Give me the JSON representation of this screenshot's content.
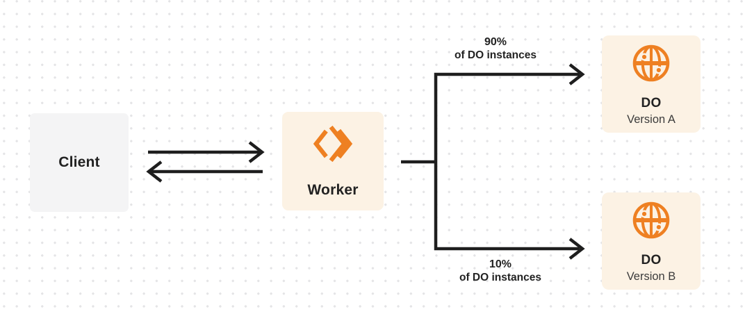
{
  "colors": {
    "accent": "#ee8022",
    "box-cream": "#fcf2e4",
    "box-gray": "#f4f4f5",
    "line-dark": "#1e1e1e",
    "text-dark": "#222222",
    "text-sub": "#3b3b3b",
    "dot-color": "#e4e4e6",
    "bg": "#ffffff"
  },
  "nodes": {
    "client": {
      "label": "Client"
    },
    "worker": {
      "label": "Worker",
      "icon": "cloudflare-workers-icon"
    },
    "do_a": {
      "title": "DO",
      "subtitle": "Version A",
      "icon": "durable-object-globe-icon"
    },
    "do_b": {
      "title": "DO",
      "subtitle": "Version B",
      "icon": "durable-object-globe-icon"
    }
  },
  "edges": {
    "top_branch": {
      "percent": "90%",
      "caption": "of DO instances"
    },
    "bottom_branch": {
      "percent": "10%",
      "caption": "of DO instances"
    }
  }
}
